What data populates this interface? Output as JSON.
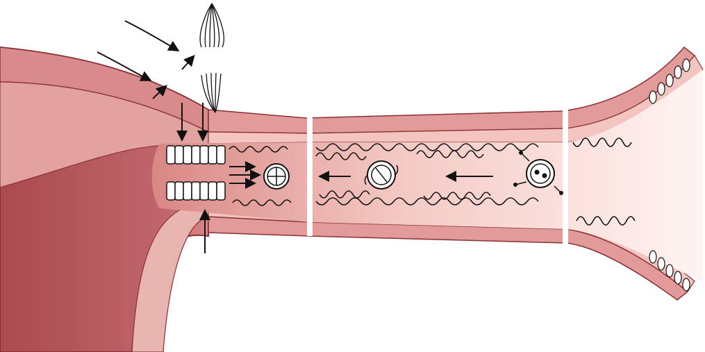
{
  "colors": {
    "background": "#ffffff",
    "uterine_wall_dark": "#a94a4e",
    "uterine_wall_mid": "#c9686b",
    "tube_wall_light": "#eba9a6",
    "tube_wall_pale": "#f6d5d1",
    "lumen": "#fbe8e4",
    "outline": "#1a1a1a",
    "arrow": "#111111"
  },
  "icons": {
    "arrow": "arrow-icon",
    "embryo_morula": "morula-icon",
    "embryo_two_cell": "two-cell-embryo-icon",
    "zygote": "zygote-with-sperm-icon",
    "cilia": "ciliated-cells-icon",
    "muscle_fibers": "muscle-fiber-icon"
  },
  "embryos": [
    {
      "stage": "four-cell",
      "icon": "morula-icon"
    },
    {
      "stage": "two-cell",
      "icon": "two-cell-embryo-icon"
    },
    {
      "stage": "zygote",
      "icon": "zygote-with-sperm-icon"
    }
  ]
}
